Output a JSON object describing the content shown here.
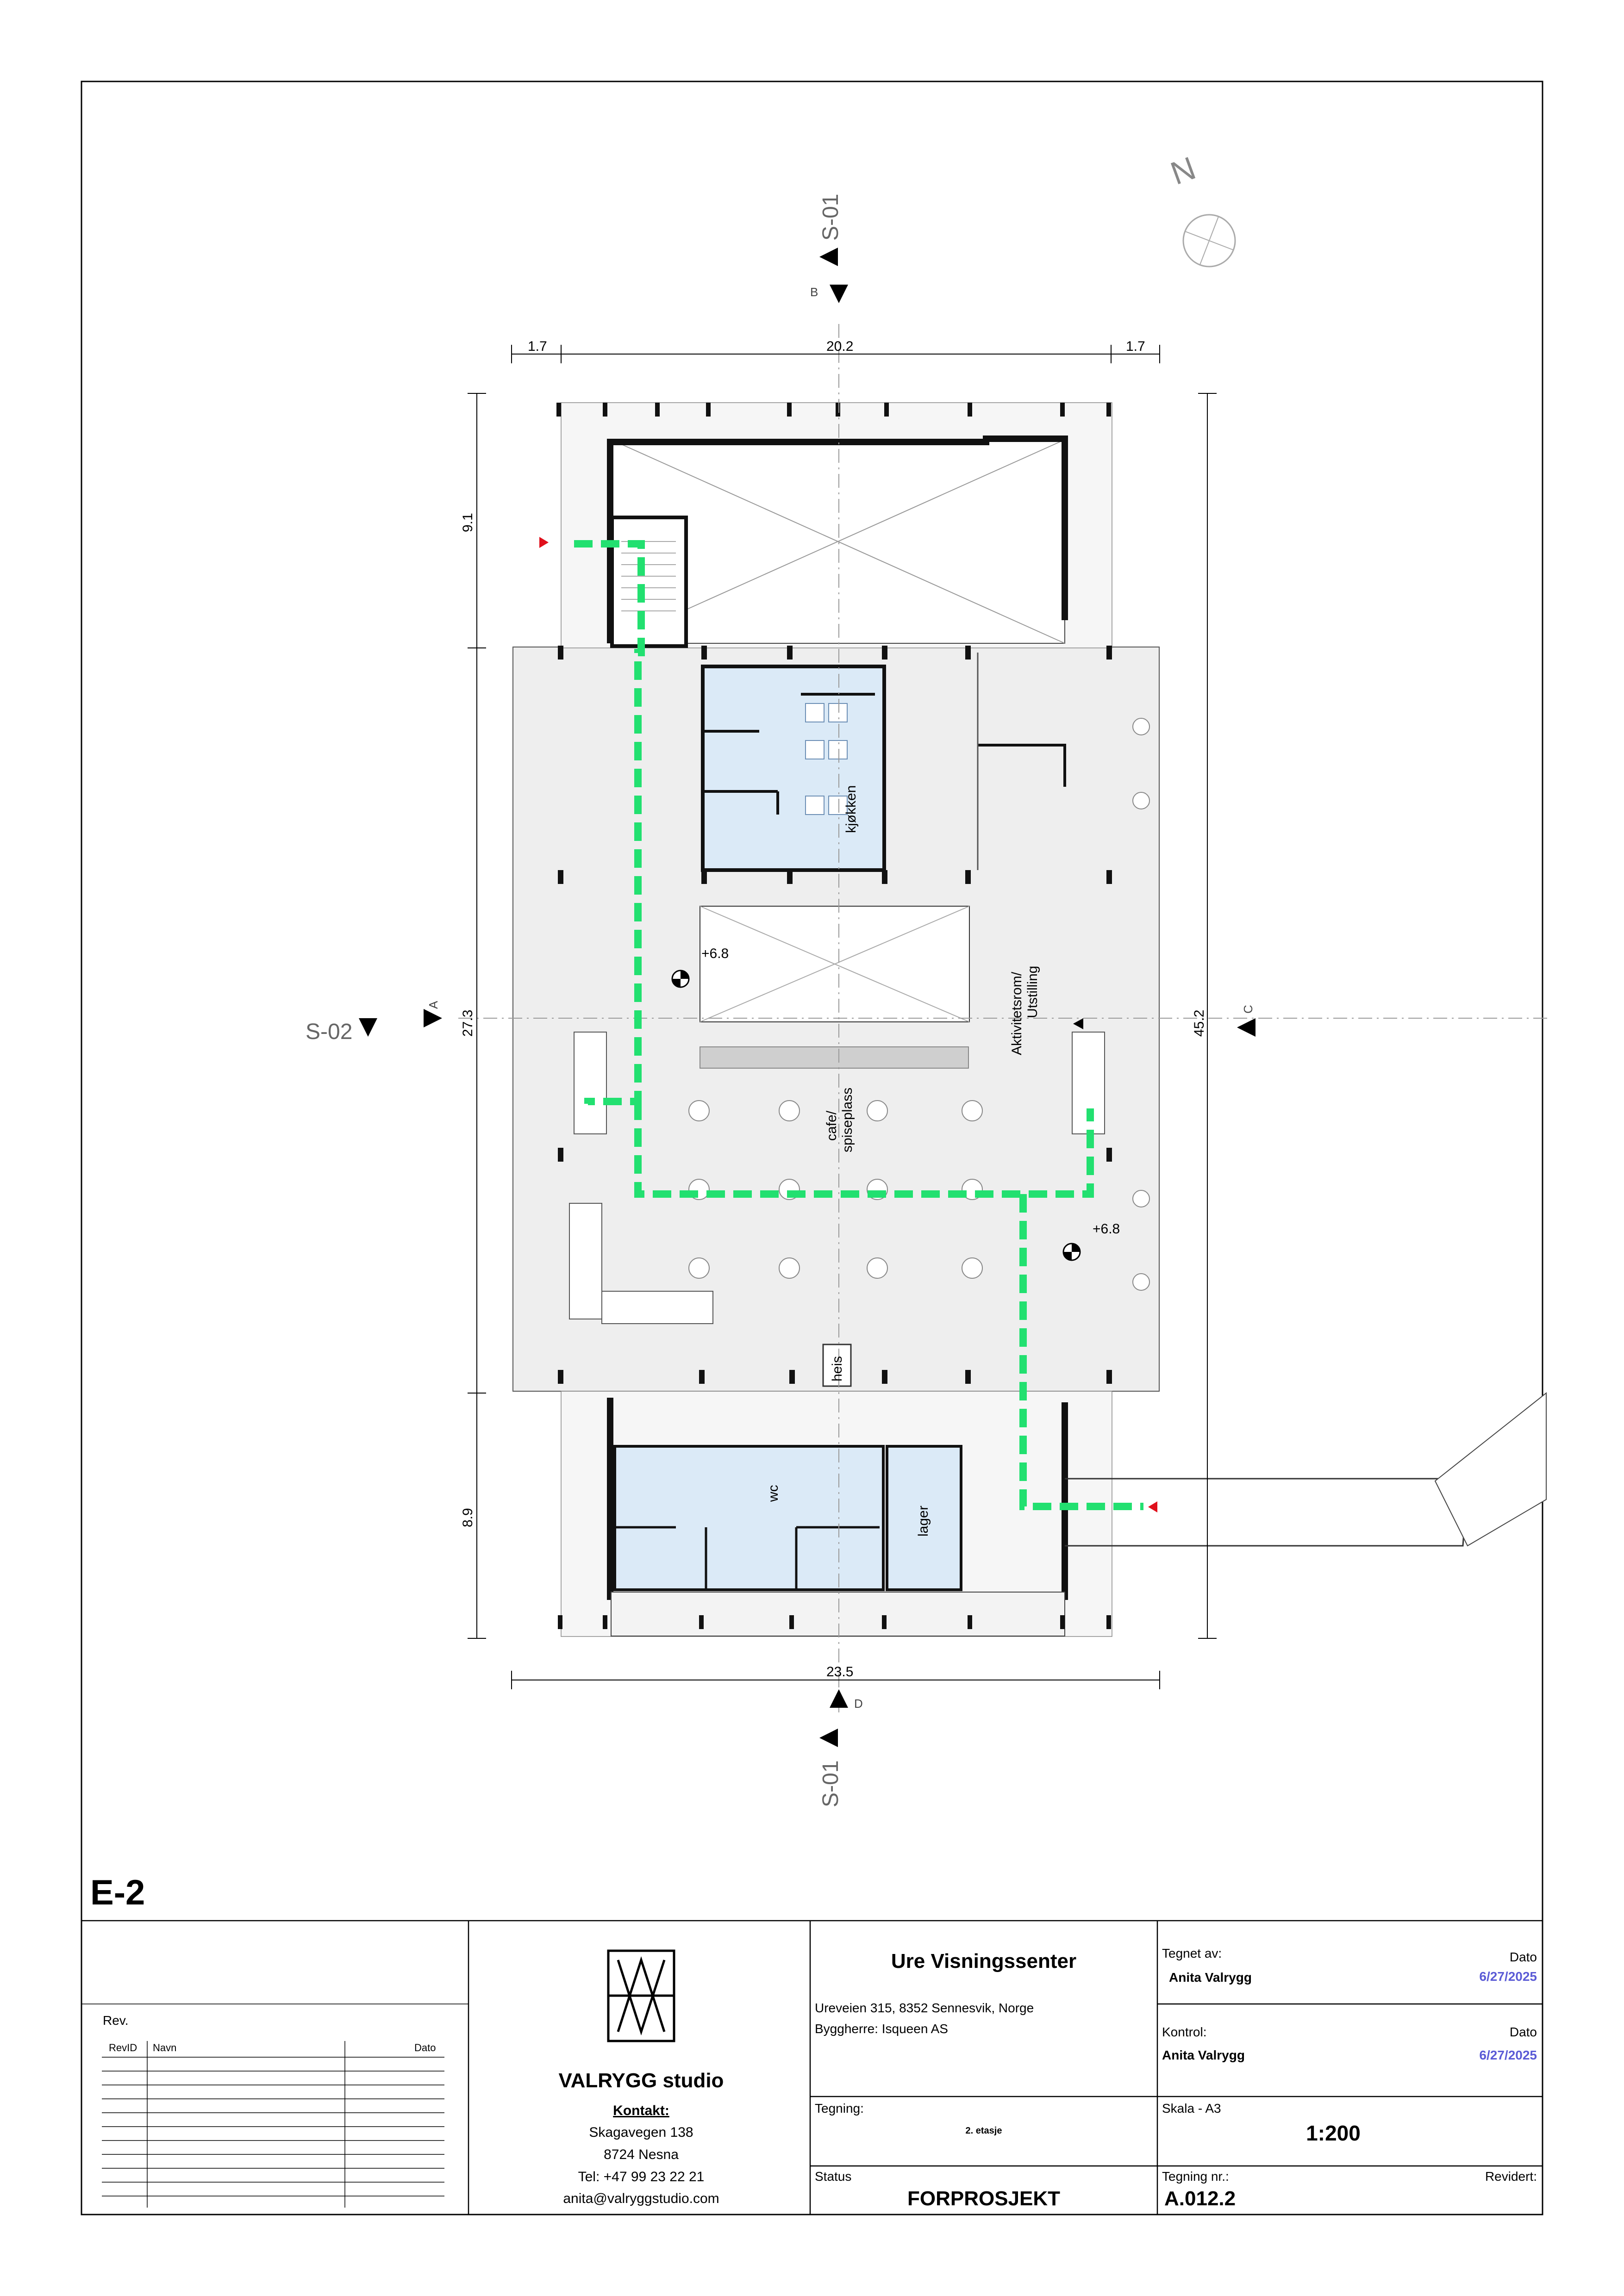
{
  "sheet_label": "E-2",
  "north_label": "N",
  "section_markers": {
    "s01_top": "S-01",
    "s01_top_letter": "B",
    "s01_bottom": "S-01",
    "s01_bottom_letter": "D",
    "s02": "S-02",
    "s02_letter": "A",
    "east_letter": "C"
  },
  "dimensions": {
    "top_left": "1.7",
    "top_middle": "20.2",
    "top_right": "1.7",
    "left_top": "9.1",
    "left_middle": "27.3",
    "left_bottom": "8.9",
    "right_total": "45.2",
    "bottom_total": "23.5"
  },
  "rooms": {
    "kitchen": "kjøkken",
    "activity": "Aktivitetsrom/\nUtstilling",
    "activity_line1": "Aktivitetsrom/",
    "activity_line2": "Utstilling",
    "cafe_line1": "cafe/",
    "cafe_line2": "spiseplass",
    "elevator": "heis",
    "wc": "wc",
    "storage": "lager"
  },
  "levels": {
    "level_west": "+6.8",
    "level_east": "+6.8"
  },
  "title_block": {
    "rev_label": "Rev.",
    "rev_columns": [
      "RevID",
      "Navn",
      "Dato"
    ],
    "studio_name": "VALRYGG studio",
    "contact_label": "Kontakt:",
    "contact_lines": [
      "Skagavegen 138",
      "8724 Nesna",
      "Tel: +47 99 23 22 21",
      "anita@valryggstudio.com"
    ],
    "project_name": "Ure Visningssenter",
    "project_address": "Ureveien 315, 8352 Sennesvik, Norge",
    "client": "Byggherre: Isqueen AS",
    "drawn_by_label": "Tegnet av:",
    "drawn_by": "Anita Valrygg",
    "date_label": "Dato",
    "drawn_date": "6/27/2025",
    "control_label": "Kontrol:",
    "control_by": "Anita Valrygg",
    "control_date_label": "Dato",
    "control_date": "6/27/2025",
    "drawing_label": "Tegning:",
    "drawing_name": "2. etasje",
    "scale_label": "Skala - A3",
    "scale": "1:200",
    "status_label": "Status",
    "status": "FORPROSJEKT",
    "drawing_no_label": "Tegning nr.:",
    "drawing_no": "A.012.2",
    "revised_label": "Revidert:"
  },
  "colors": {
    "escape_route": "#22e070",
    "wet_room": "#dbeaf7",
    "floor_fill": "#eeeeee",
    "arrow_red": "#e0101c",
    "date_blue": "#5b5bd6"
  }
}
